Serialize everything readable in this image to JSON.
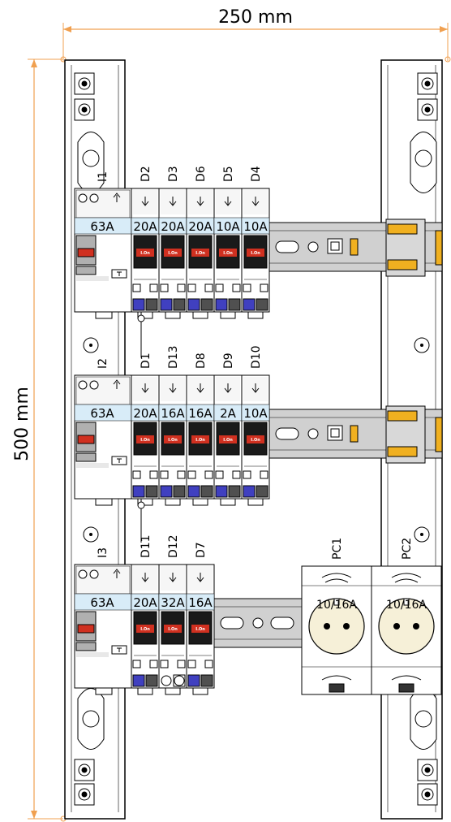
{
  "dimensions": {
    "width_label": "250 mm",
    "height_label": "500 mm",
    "line_color": "#f0a050"
  },
  "colors": {
    "rail": "#d0d0d0",
    "label_strip": "#d8ecf8",
    "lever_red": "#d03020",
    "terminal_blue": "#4040c0",
    "rail_yellow": "#f0b020"
  },
  "rows": [
    {
      "main": {
        "id": "I1",
        "rating": "63A"
      },
      "breakers": [
        {
          "id": "D2",
          "rating": "20A"
        },
        {
          "id": "D3",
          "rating": "20A"
        },
        {
          "id": "D6",
          "rating": "20A"
        },
        {
          "id": "D5",
          "rating": "10A"
        },
        {
          "id": "D4",
          "rating": "10A"
        }
      ]
    },
    {
      "main": {
        "id": "I2",
        "rating": "63A"
      },
      "breakers": [
        {
          "id": "D1",
          "rating": "20A"
        },
        {
          "id": "D13",
          "rating": "16A"
        },
        {
          "id": "D8",
          "rating": "16A"
        },
        {
          "id": "D9",
          "rating": "2A"
        },
        {
          "id": "D10",
          "rating": "10A"
        }
      ]
    },
    {
      "main": {
        "id": "I3",
        "rating": "63A"
      },
      "breakers": [
        {
          "id": "D11",
          "rating": "20A"
        },
        {
          "id": "D12",
          "rating": "32A"
        },
        {
          "id": "D7",
          "rating": "16A"
        }
      ]
    }
  ],
  "sockets": [
    {
      "id": "PC1",
      "rating": "10/16A"
    },
    {
      "id": "PC2",
      "rating": "10/16A"
    }
  ],
  "breaker_marking": "I.On"
}
